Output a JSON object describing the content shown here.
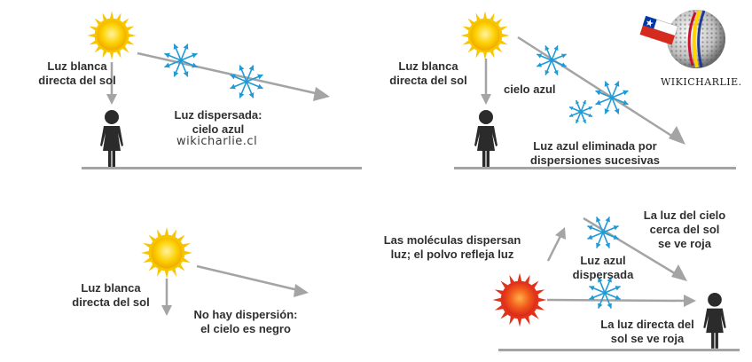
{
  "panel_1": {
    "sun_label": [
      "Luz blanca",
      "directa del sol"
    ],
    "scatter_label": [
      "Luz dispersada:",
      "cielo azul"
    ],
    "watermark": "wikicharlie.cl"
  },
  "panel_2": {
    "sun_label": [
      "Luz blanca",
      "directa del sol"
    ],
    "sky_label": "cielo azul",
    "removed_label": [
      "Luz azul eliminada por",
      "dispersiones sucesivas"
    ],
    "logo_text": "WIKICHARLIE."
  },
  "panel_3": {
    "sun_label": [
      "Luz blanca",
      "directa del sol"
    ],
    "no_scatter_label": [
      "No hay dispersión:",
      "el cielo es negro"
    ]
  },
  "panel_4": {
    "molecules_label": [
      "Las moléculas dispersan",
      "luz; el polvo refleja luz"
    ],
    "sky_label": [
      "La luz del cielo",
      "cerca del sol",
      "se ve roja"
    ],
    "blue_label": [
      "Luz azul",
      "dispersada"
    ],
    "direct_label": [
      "La luz directa del",
      "sol se ve roja"
    ]
  },
  "colors": {
    "sun_yellow": "#f7c600",
    "sun_red": "#e2321b",
    "arrow_gray": "#a4a4a4",
    "scatter_blue": "#1f9ad6",
    "person": "#2b2b2b"
  }
}
